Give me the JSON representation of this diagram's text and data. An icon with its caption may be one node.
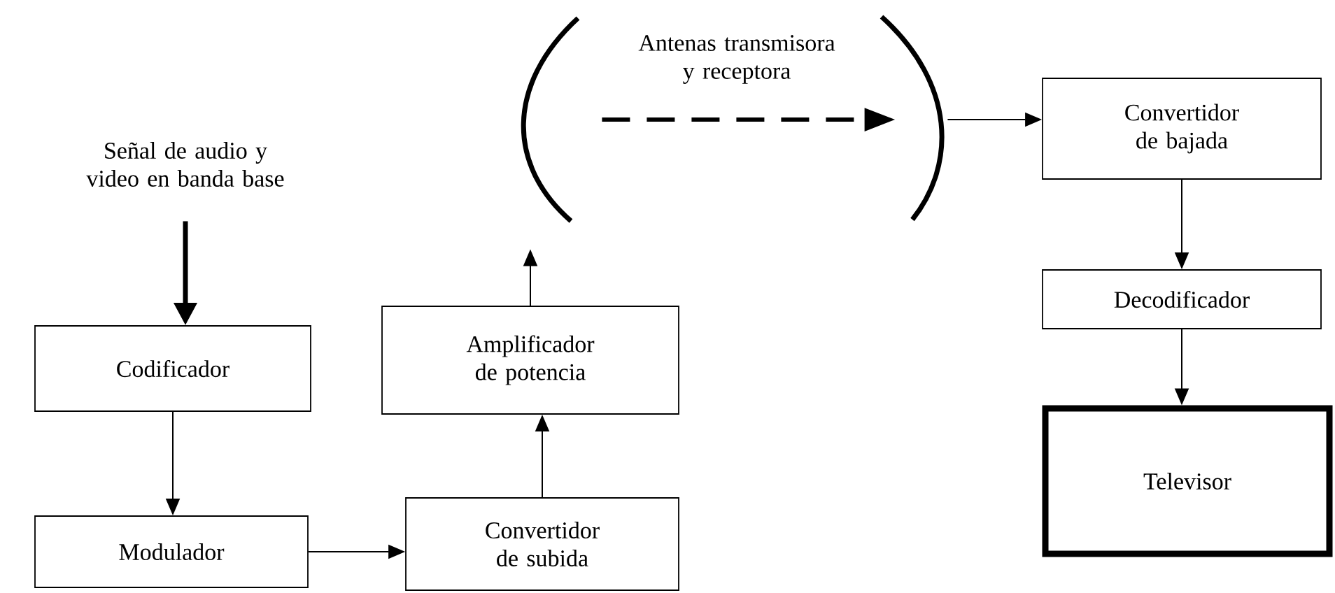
{
  "diagram": {
    "nodes": [
      {
        "text": [
          "Señal de audio y video en banda base"
        ]
      },
      {
        "text": [
          "Codificador"
        ]
      },
      {
        "text": [
          "Modulador"
        ]
      },
      {
        "text": [
          "Convertidor de subida"
        ]
      },
      {
        "text": [
          "Amplificador de potencia"
        ]
      },
      {
        "text": [],
        "shape": "arc"
      },
      {
        "text": [],
        "shape": "arc"
      },
      {
        "text": [
          "Convertidor de bajada"
        ]
      },
      {
        "text": [
          "Decodificador"
        ]
      },
      {
        "text": [
          "Televisor"
        ]
      }
    ],
    "edges": [
      {
        "from": 0,
        "to": 1,
        "arrow": "to",
        "style": "thick"
      },
      {
        "from": 1,
        "to": 2,
        "arrow": "to"
      },
      {
        "from": 2,
        "to": 3,
        "arrow": "to"
      },
      {
        "from": 3,
        "to": 4,
        "arrow": "to"
      },
      {
        "from": 4,
        "to": 5,
        "arrow": "to"
      },
      {
        "from": 5,
        "to": 6,
        "arrow": "to",
        "style": "dashed",
        "label": "Antenas transmisora y receptora"
      },
      {
        "from": 6,
        "to": 7,
        "arrow": "to"
      },
      {
        "from": 7,
        "to": 8,
        "arrow": "to"
      },
      {
        "from": 8,
        "to": 9,
        "arrow": "to"
      }
    ]
  }
}
